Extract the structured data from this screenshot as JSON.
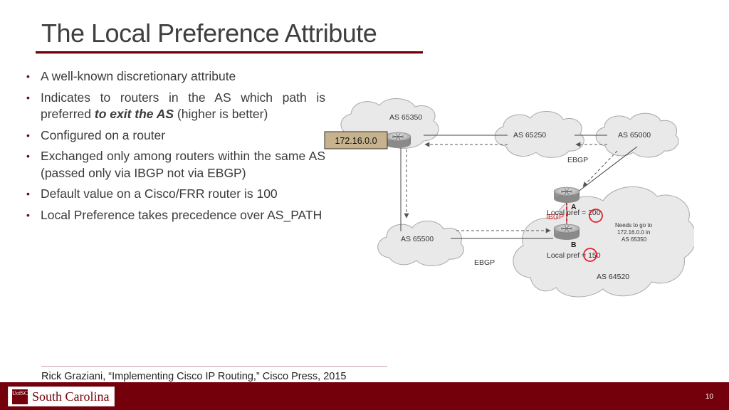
{
  "slide": {
    "title": "The Local Preference Attribute",
    "bullets": [
      {
        "text": "A well-known discretionary attribute"
      },
      {
        "pre": "Indicates to routers in the AS which path is preferred ",
        "emph": "to exit the AS",
        "post": " (higher is better)"
      },
      {
        "text": "Configured on a router"
      },
      {
        "text": "Exchanged only among routers within the same AS (passed only via IBGP not via EBGP)"
      },
      {
        "text": "Default value on a Cisco/FRR router is 100"
      },
      {
        "text": "Local Preference takes precedence over AS_PATH"
      }
    ],
    "bullet_glyph": "•",
    "citation": "Rick Graziani, “Implementing Cisco IP Routing,” Cisco Press, 2015",
    "page_number": "10"
  },
  "diagram": {
    "network_label": "172.16.0.0",
    "as_65350": "AS 65350",
    "as_65250": "AS 65250",
    "as_65000": "AS 65000",
    "as_65500": "AS 65500",
    "as_64520": "AS 64520",
    "ebgp_top": "EBGP",
    "ebgp_bottom": "EBGP",
    "ibgp": "IBGP",
    "router_a": "A",
    "router_b": "B",
    "localpref_a": "Local pref = 200",
    "localpref_b": "Local pref = 150",
    "note": [
      "Needs to go to",
      "172.16.0.0 in",
      "AS 65350"
    ]
  },
  "footer": {
    "logo_shield": [
      "UofSC",
      ""
    ],
    "logo_text": "South Carolina"
  },
  "colors": {
    "garnet": "#73000a",
    "highlight_red": "#e8212a",
    "cloud_fill": "#e9e9e9",
    "cloud_stroke": "#a8a8a8",
    "label_box": "#c7b28e"
  }
}
